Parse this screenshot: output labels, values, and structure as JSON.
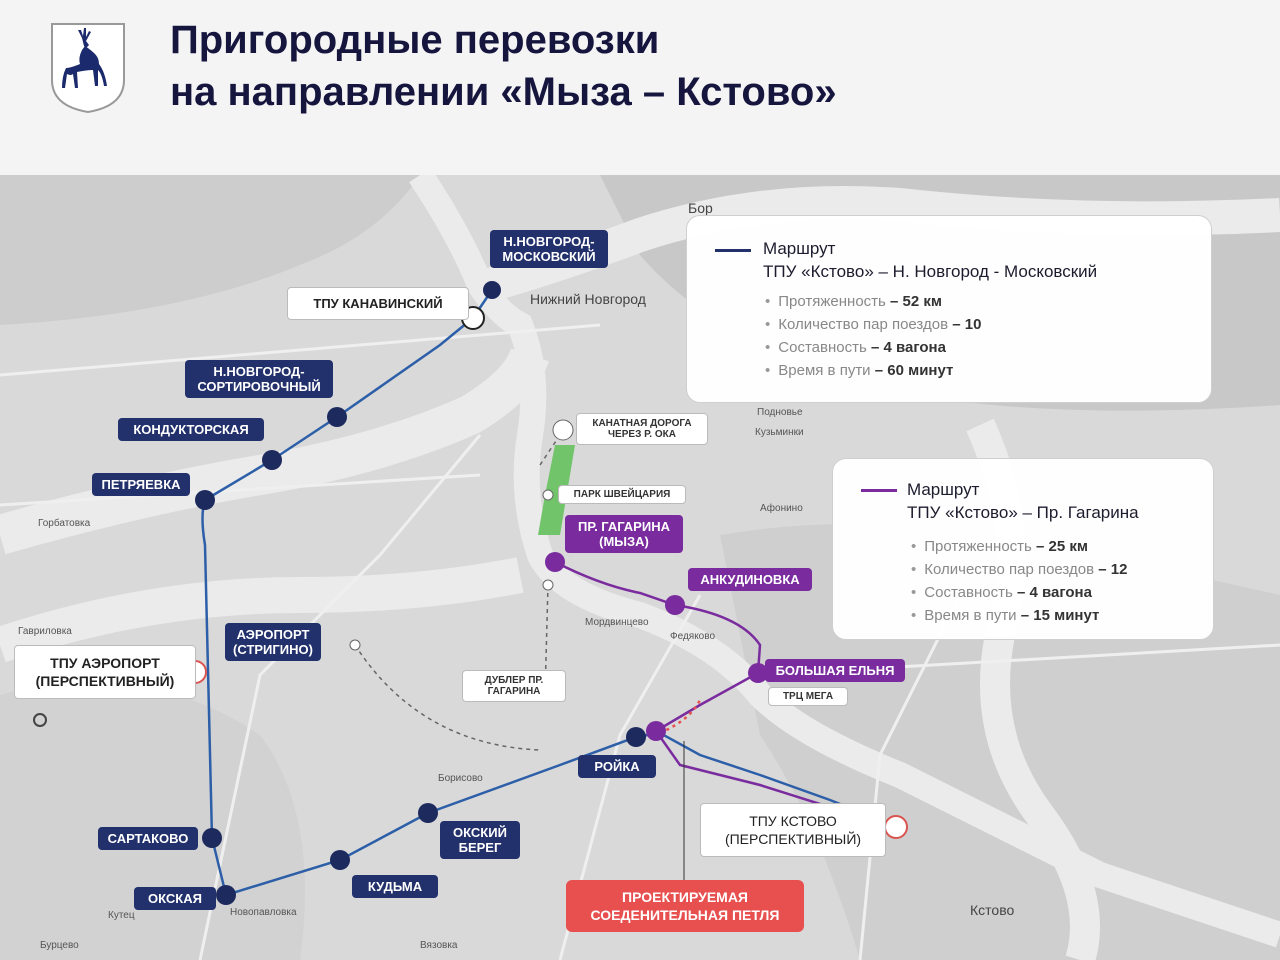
{
  "header": {
    "title_line1": "Пригородные перевозки",
    "title_line2": "на направлении «Мыза – Кстово»"
  },
  "colors": {
    "blue_route": "#22306b",
    "purple_route": "#7a2b9e",
    "proposed_loop": "#e85050",
    "title": "#15153d"
  },
  "routes": [
    {
      "route_label": "Маршрут",
      "name": "ТПУ «Кстово» – Н. Новгород - Московский",
      "facts": [
        {
          "label": "Протяженность",
          "value": "– 52 км"
        },
        {
          "label": "Количество пар поездов",
          "value": "– 10"
        },
        {
          "label": "Составность",
          "value": "– 4 вагона"
        },
        {
          "label": "Время в пути",
          "value": "– 60 минут"
        }
      ]
    },
    {
      "route_label": "Маршрут",
      "name": "ТПУ «Кстово» – Пр. Гагарина",
      "facts": [
        {
          "label": "Протяженность",
          "value": "– 25 км"
        },
        {
          "label": "Количество пар поездов",
          "value": "– 12"
        },
        {
          "label": "Составность",
          "value": "– 4 вагона"
        },
        {
          "label": "Время в пути",
          "value": "– 15 минут"
        }
      ]
    }
  ],
  "stations_blue": {
    "moskovsky": "Н.НОВГОРОД-\nМОСКОВСКИЙ",
    "sortirovochny": "Н.НОВГОРОД-\nСОРТИРОВОЧНЫЙ",
    "konduktorskaya": "КОНДУКТОРСКАЯ",
    "petryaevka": "ПЕТРЯЕВКА",
    "aeroport": "АЭРОПОРТ\n(СТРИГИНО)",
    "sartakovo": "САРТАКОВО",
    "okskaya": "ОКСКАЯ",
    "kudma": "КУДЬМА",
    "oksky_bereg": "ОКСКИЙ\nБЕРЕГ",
    "roika": "РОЙКА"
  },
  "stations_purple": {
    "gagarina": "ПР. ГАГАРИНА\n(МЫЗА)",
    "ankudinovka": "АНКУДИНОВКА",
    "bolshaya_elnya": "БОЛЬШАЯ ЕЛЬНЯ"
  },
  "hubs": {
    "kanavinsky": "ТПУ КАНАВИНСКИЙ",
    "airport_hub": "ТПУ АЭРОПОРТ\n(ПЕРСПЕКТИВНЫЙ)",
    "kstovo_hub": "ТПУ КСТОВО\n(ПЕРСПЕКТИВНЫЙ)"
  },
  "poi": {
    "cable_car": "КАНАТНАЯ ДОРОГА\nЧЕРЕЗ Р. ОКА",
    "park": "ПАРК ШВЕЙЦАРИЯ",
    "dubler": "ДУБЛЕР ПР.\nГАГАРИНА",
    "trc_mega": "ТРЦ МЕГА"
  },
  "proposed": "ПРОЕКТИРУЕМАЯ\nСОЕДЕНИТЕЛЬНАЯ ПЕТЛЯ",
  "places": {
    "nizhny": "Нижний Новгород",
    "bor": "Бор",
    "kstovo": "Кстово",
    "gorbatovka": "Горбатовка",
    "gavrilovka": "Гавриловка",
    "podnovye": "Подновье",
    "kuzminki": "Кузьминки",
    "afonino": "Афонино",
    "fedyakovo": "Федяково",
    "mordvintsevo": "Мордвинцево",
    "kutec": "Кутец",
    "burcevo": "Бурцево",
    "vyazovka": "Вязовка",
    "novopavlovka": "Новопавловка",
    "borisovo": "Борисово"
  }
}
